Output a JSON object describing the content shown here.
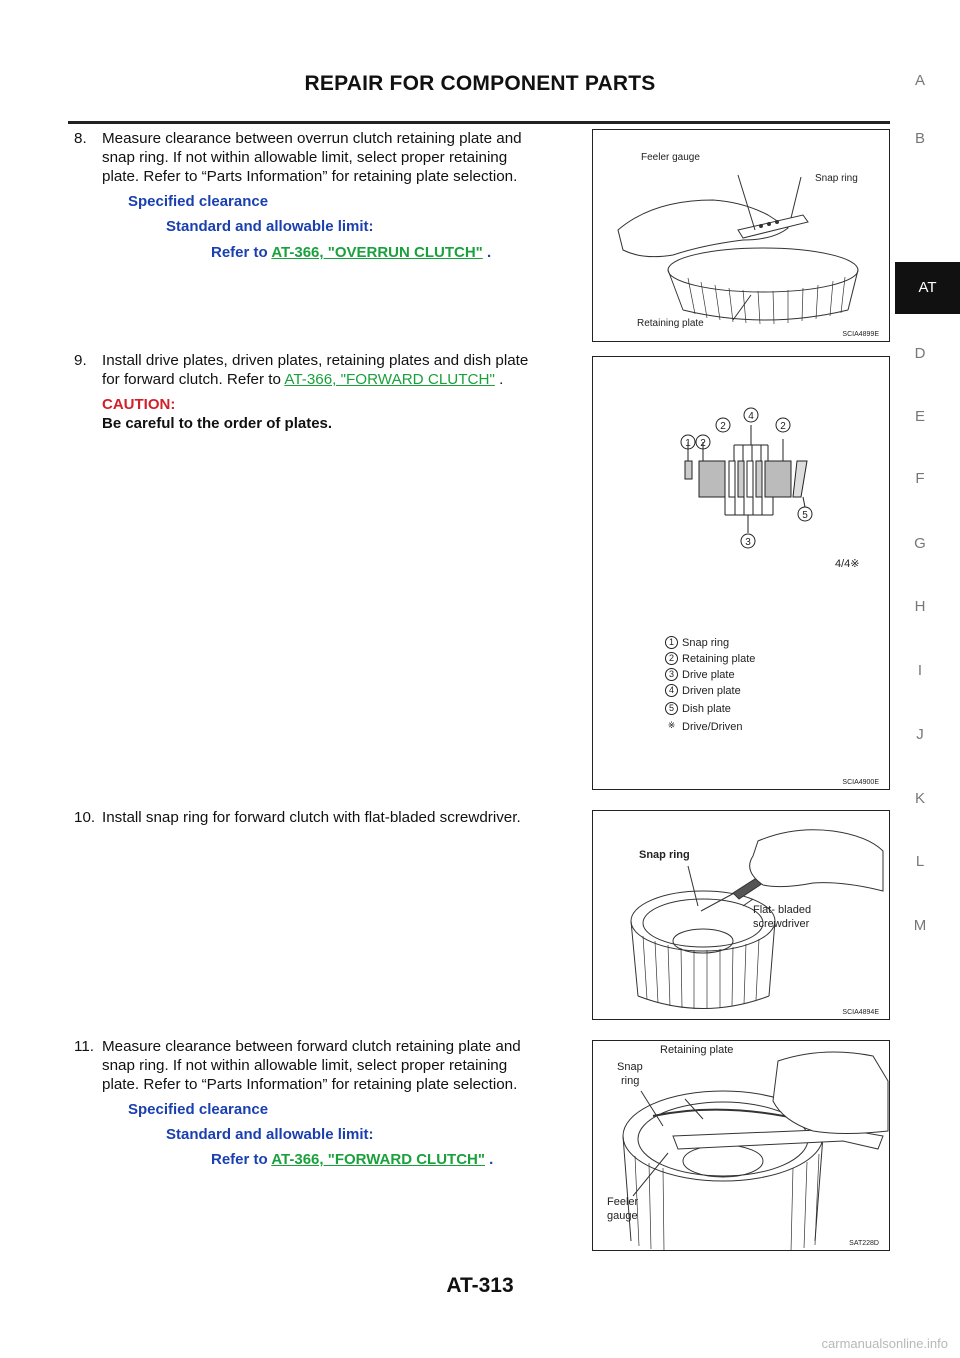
{
  "header": {
    "title": "REPAIR FOR COMPONENT PARTS"
  },
  "side_index": {
    "letters": [
      "A",
      "B",
      "AT",
      "D",
      "E",
      "F",
      "G",
      "H",
      "I",
      "J",
      "K",
      "L",
      "M"
    ],
    "active": "AT"
  },
  "step8": {
    "number": "8.",
    "line1": "Measure clearance between overrun clutch retaining plate and",
    "line2": "snap ring. If not within allowable limit, select proper retaining",
    "line3": "plate. Refer to “Parts Information” for retaining plate selection.",
    "spec_title": "Specified clearance",
    "spec_sub": "Standard and allowable limit:",
    "refer_prefix": "Refer to",
    "refer_link": "AT-366, \"OVERRUN CLUTCH\"",
    "refer_suffix": "."
  },
  "step9": {
    "number": "9.",
    "line1": "Install drive plates, driven plates, retaining plates and dish plate",
    "line2_prefix": "for forward clutch. Refer to",
    "link": "AT-366, \"FORWARD CLUTCH\"",
    "suffix": ".",
    "caution_label": "CAUTION:",
    "caution_text": "Be careful to the order of plates."
  },
  "step10": {
    "number": "10.",
    "text": "Install snap ring for forward clutch with flat-bladed screwdriver."
  },
  "step11": {
    "number": "11.",
    "line1": "Measure clearance between forward clutch retaining plate and",
    "line2": "snap ring. If not within allowable limit, select proper retaining",
    "line3": "plate. Refer to “Parts Information” for retaining plate selection.",
    "spec_title": "Specified clearance",
    "spec_sub": "Standard and allowable limit:",
    "refer_prefix": "Refer to",
    "refer_link": "AT-366, \"FORWARD CLUTCH\"",
    "refer_suffix": "."
  },
  "figures": {
    "fig1": {
      "code": "SCIA4899E",
      "label_feeler": "Feeler gauge",
      "label_snap": "Snap ring",
      "label_retaining": "Retaining plate"
    },
    "fig2": {
      "code": "SCIA4900E",
      "ratio": "4/4※",
      "legend": [
        {
          "num": "1",
          "text": "Snap ring"
        },
        {
          "num": "2",
          "text": "Retaining plate"
        },
        {
          "num": "3",
          "text": "Drive plate"
        },
        {
          "num": "4",
          "text": "Driven plate"
        },
        {
          "num": "5",
          "text": "Dish plate"
        },
        {
          "num": "※",
          "text": "Drive/Driven"
        }
      ]
    },
    "fig3": {
      "code": "SCIA4894E",
      "label_snap": "Snap ring",
      "label_tool_1": "Flat- bladed",
      "label_tool_2": "screwdriver"
    },
    "fig4": {
      "code": "SAT228D",
      "label_retaining": "Retaining plate",
      "label_snap_1": "Snap",
      "label_snap_2": "ring",
      "label_feeler_1": "Feeler",
      "label_feeler_2": "gauge"
    }
  },
  "footer": {
    "page_number": "AT-313",
    "watermark": "carmanualsonline.info"
  }
}
